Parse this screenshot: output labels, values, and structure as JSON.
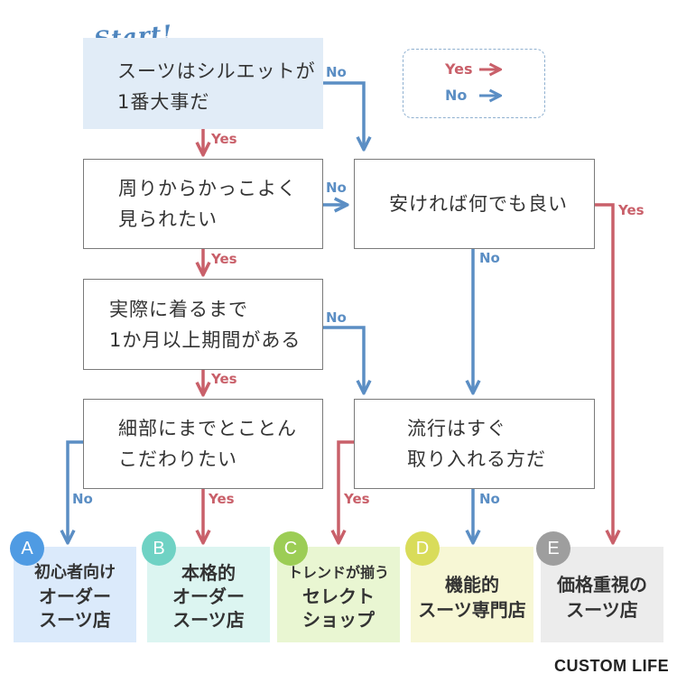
{
  "start_label": "Start!",
  "questions": [
    {
      "id": "q1",
      "lines": [
        "スーツはシルエットが",
        "1番大事だ"
      ]
    },
    {
      "id": "q2",
      "lines": [
        "周りからかっこよく",
        "見られたい"
      ]
    },
    {
      "id": "q3",
      "lines": [
        "安ければ何でも良い"
      ]
    },
    {
      "id": "q4",
      "lines": [
        "実際に着るまで",
        "1か月以上期間がある"
      ]
    },
    {
      "id": "q5",
      "lines": [
        "細部にまでとことん",
        "こだわりたい"
      ]
    },
    {
      "id": "q6",
      "lines": [
        "流行はすぐ",
        "取り入れる方だ"
      ]
    }
  ],
  "answers": {
    "yes": "Yes",
    "no": "No"
  },
  "legend": {
    "yes": "Yes",
    "no": "No"
  },
  "results": [
    {
      "letter": "A",
      "lines": [
        "初心者向け",
        "オーダー",
        "スーツ店"
      ],
      "bg": "#dbeafb",
      "circle": "#4f9be3"
    },
    {
      "letter": "B",
      "lines": [
        "本格的",
        "オーダー",
        "スーツ店"
      ],
      "bg": "#dcf5f1",
      "circle": "#6fd2c4"
    },
    {
      "letter": "C",
      "lines": [
        "トレンドが揃う",
        "セレクト",
        "ショップ"
      ],
      "bg": "#e9f6d2",
      "circle": "#9ccd55"
    },
    {
      "letter": "D",
      "lines": [
        "機能的",
        "スーツ専門店"
      ],
      "bg": "#f7f7d5",
      "circle": "#d9dc5a"
    },
    {
      "letter": "E",
      "lines": [
        "価格重視の",
        "スーツ店"
      ],
      "bg": "#ececec",
      "circle": "#9e9e9e"
    }
  ],
  "colors": {
    "yes": "#c9606a",
    "no": "#5b8ec4"
  },
  "brand": "CUSTOM LIFE"
}
